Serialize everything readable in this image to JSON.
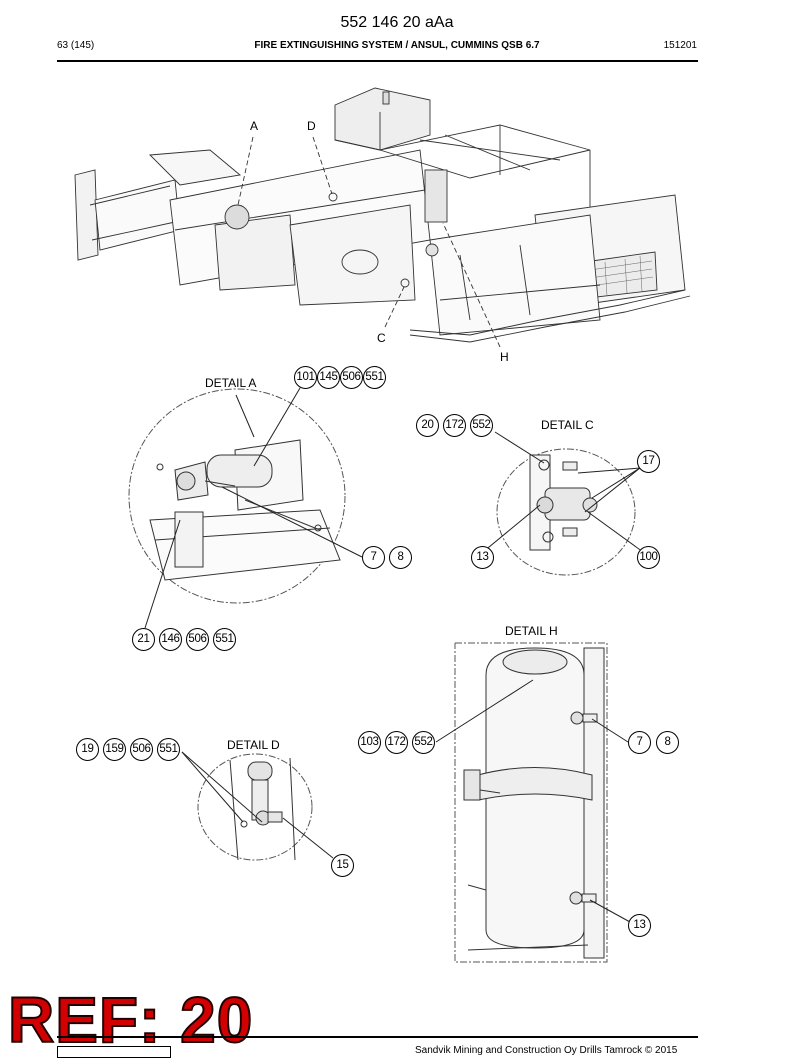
{
  "header": {
    "doc_number": "552 146 20 aAa",
    "page": "63 (145)",
    "title": "FIRE EXTINGUISHING SYSTEM / ANSUL, CUMMINS QSB 6.7",
    "code": "151201"
  },
  "overview_labels": {
    "a": "A",
    "d": "D",
    "c": "C",
    "h": "H"
  },
  "details": {
    "a": "DETAIL A",
    "c": "DETAIL C",
    "d": "DETAIL D",
    "h": "DETAIL H"
  },
  "callouts": {
    "a_top": [
      "101",
      "145",
      "506",
      "551"
    ],
    "a_right": [
      "7",
      "8"
    ],
    "a_bottom": [
      "21",
      "146",
      "506",
      "551"
    ],
    "c_top": [
      "20",
      "172",
      "552"
    ],
    "c_17": "17",
    "c_13": "13",
    "c_100": "100",
    "d_top": [
      "19",
      "159",
      "506",
      "551"
    ],
    "d_15": "15",
    "h_left": [
      "103",
      "172",
      "552"
    ],
    "h_right": [
      "7",
      "8"
    ],
    "h_13": "13"
  },
  "stamp": "REF: 20",
  "footer": {
    "copyright": "Sandvik Mining and Construction Oy Drills Tamrock © 2015"
  }
}
